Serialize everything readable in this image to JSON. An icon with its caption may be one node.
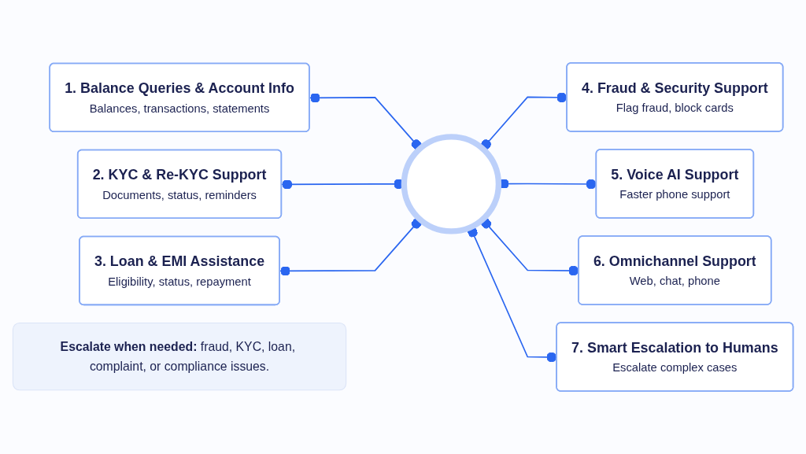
{
  "diagram": {
    "nodes": [
      {
        "text": [],
        "shape": "circle"
      },
      {
        "text": [
          "1. Balance Queries & Account Info",
          "Balances, transactions, statements"
        ]
      },
      {
        "text": [
          "2. KYC & Re-KYC Support",
          "Documents, status, reminders"
        ]
      },
      {
        "text": [
          "3. Loan & EMI Assistance",
          "Eligibility, status, repayment"
        ]
      },
      {
        "text": [
          "4. Fraud & Security Support",
          "Flag fraud, block cards"
        ]
      },
      {
        "text": [
          "5. Voice AI Support",
          "Faster phone support"
        ]
      },
      {
        "text": [
          "6. Omnichannel Support",
          "Web, chat, phone"
        ]
      },
      {
        "text": [
          "7. Smart Escalation to Humans",
          "Escalate complex cases"
        ]
      },
      {
        "text": [
          "**Escalate when needed:** fraud, KYC, loan, complaint, or compliance issues."
        ]
      }
    ],
    "edges": [
      {
        "from": 1,
        "to": 0,
        "arrow": "other"
      },
      {
        "from": 2,
        "to": 0,
        "arrow": "other"
      },
      {
        "from": 3,
        "to": 0,
        "arrow": "other"
      },
      {
        "from": 0,
        "to": 4,
        "arrow": "other"
      },
      {
        "from": 0,
        "to": 5,
        "arrow": "other"
      },
      {
        "from": 0,
        "to": 6,
        "arrow": "other"
      },
      {
        "from": 0,
        "to": 7,
        "arrow": "other"
      }
    ]
  }
}
